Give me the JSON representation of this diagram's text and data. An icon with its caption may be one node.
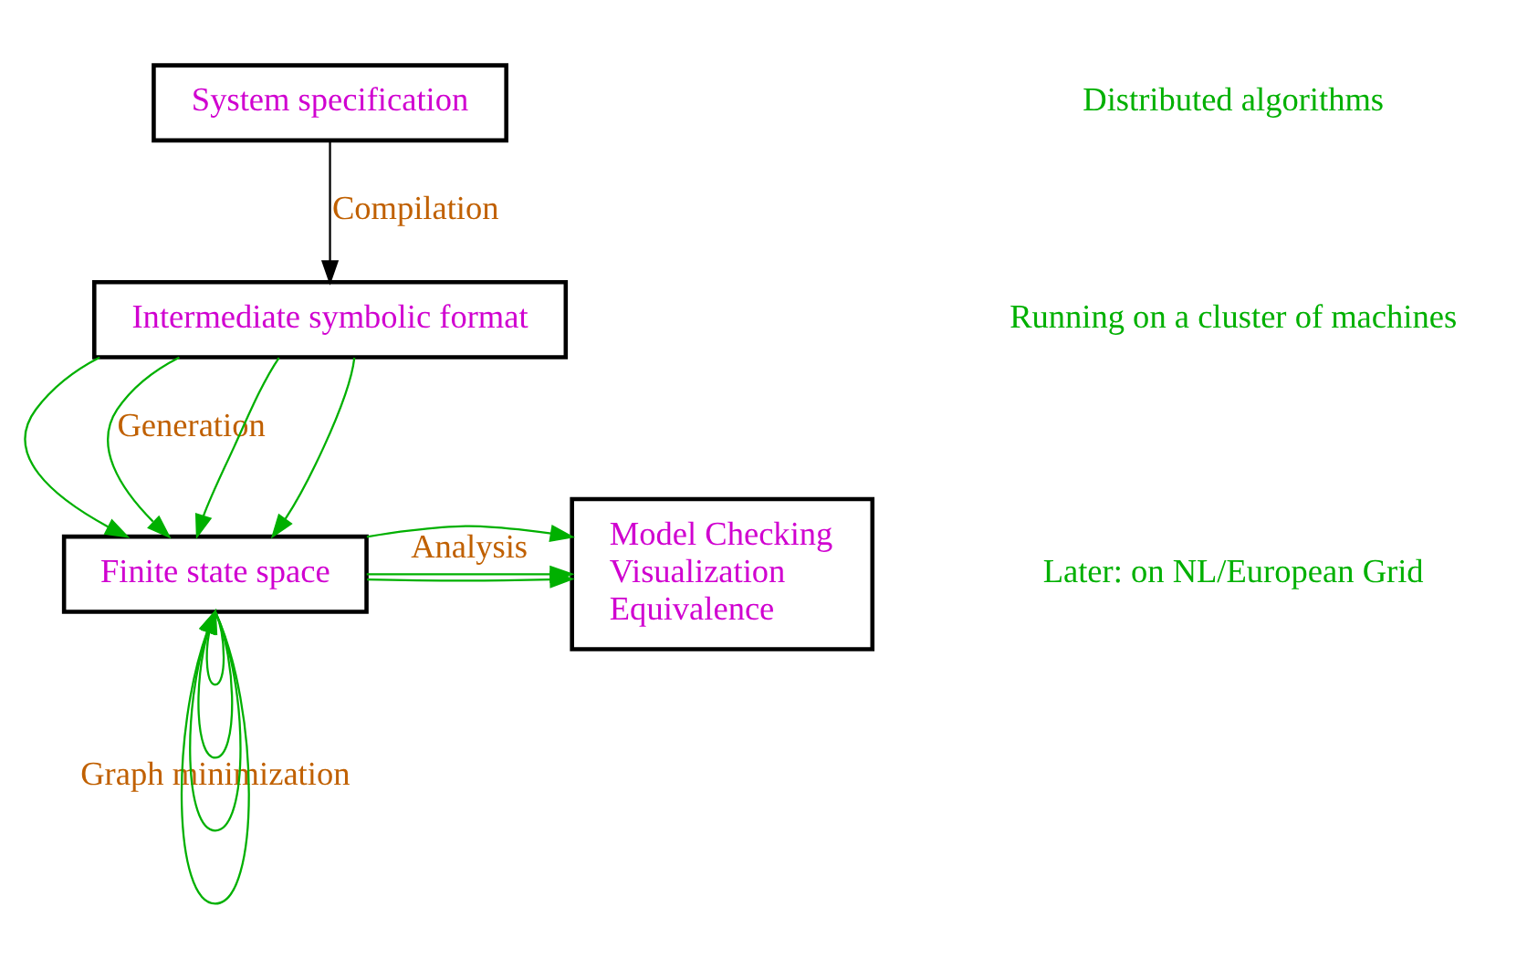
{
  "diagram": {
    "nodes": [
      {
        "text": [
          "System specification"
        ]
      },
      {
        "text": [
          "Intermediate symbolic format"
        ]
      },
      {
        "text": [
          "Finite state space"
        ]
      },
      {
        "text": [
          "Model Checking",
          "Visualization",
          "Equivalence"
        ]
      }
    ],
    "edges": [
      {
        "from": 0,
        "to": 1,
        "arrow": "to",
        "label": "Compilation",
        "color": "#000000"
      },
      {
        "from": 1,
        "to": 2,
        "arrow": "to"
      },
      {
        "from": 1,
        "to": 2,
        "arrow": "to",
        "label": "Generation"
      },
      {
        "from": 1,
        "to": 2,
        "arrow": "to"
      },
      {
        "from": 1,
        "to": 2,
        "arrow": "to"
      },
      {
        "from": 2,
        "to": 3,
        "arrow": "to"
      },
      {
        "from": 2,
        "to": 3,
        "arrow": "to",
        "label": "Analysis"
      },
      {
        "from": 2,
        "to": 3,
        "arrow": "to"
      },
      {
        "from": 2,
        "to": 2,
        "arrow": "to"
      },
      {
        "from": 2,
        "to": 2,
        "arrow": "to",
        "label": "Graph minimization"
      },
      {
        "from": 2,
        "to": 2,
        "arrow": "to"
      },
      {
        "from": 2,
        "to": 2,
        "arrow": "to"
      }
    ],
    "labels": [
      "Distributed algorithms",
      "Running on a cluster of machines",
      "Later: on NL/European Grid"
    ]
  }
}
